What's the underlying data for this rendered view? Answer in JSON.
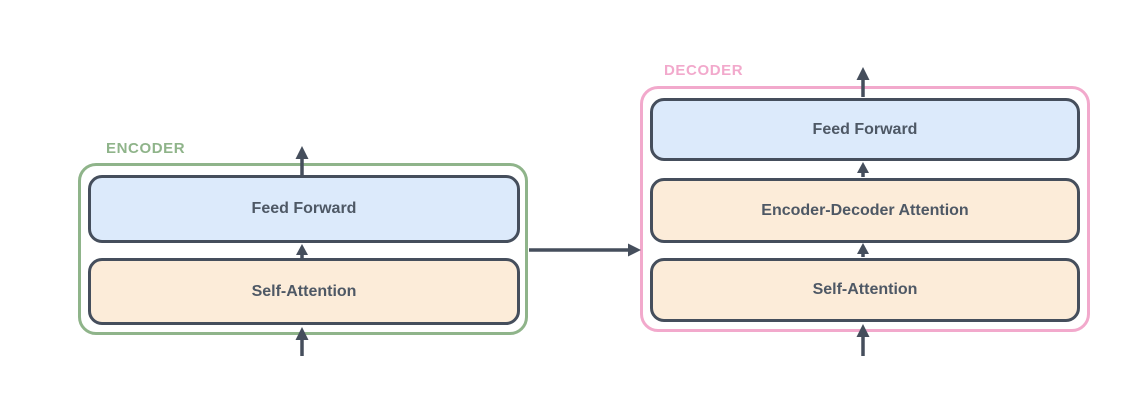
{
  "diagram": {
    "encoder": {
      "label": "ENCODER",
      "blocks": [
        {
          "label": "Feed Forward"
        },
        {
          "label": "Self-Attention"
        }
      ]
    },
    "decoder": {
      "label": "DECODER",
      "blocks": [
        {
          "label": "Feed Forward"
        },
        {
          "label": "Encoder-Decoder Attention"
        },
        {
          "label": "Self-Attention"
        }
      ]
    }
  },
  "colors": {
    "encoder_accent": "#8fb48a",
    "decoder_accent": "#f2a9cc",
    "feedforward_fill": "#dceafb",
    "attention_fill": "#fcecd9",
    "block_border": "#454e5c",
    "label_text": "#4e5865",
    "arrow": "#454e5c"
  }
}
